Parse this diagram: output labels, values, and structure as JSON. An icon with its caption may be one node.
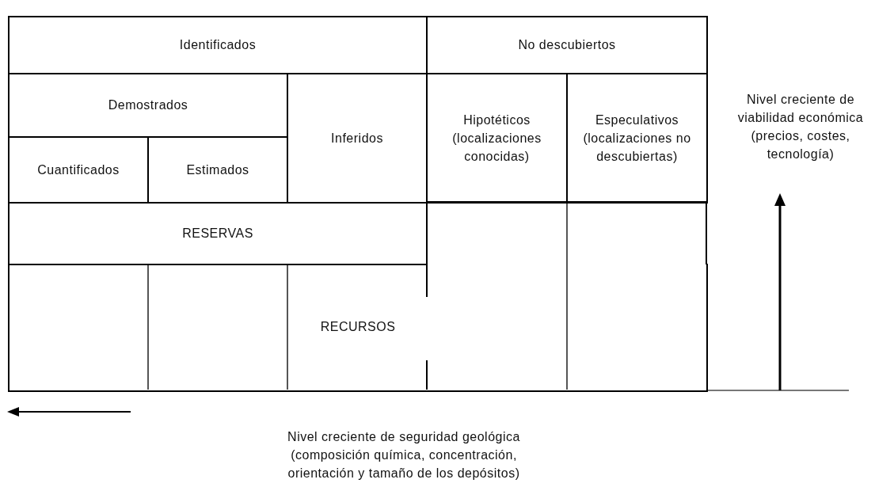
{
  "diagram": {
    "nodes": [
      {
        "text": [
          "Identificados"
        ]
      },
      {
        "text": [
          "No descubiertos"
        ]
      },
      {
        "text": [
          "Demostrados"
        ]
      },
      {
        "text": [
          "Inferidos"
        ]
      },
      {
        "text": [
          "Hipotéticos",
          "(localizaciones conocidas)"
        ]
      },
      {
        "text": [
          "Especulativos",
          "(localizaciones no descubiertas)"
        ]
      },
      {
        "text": [
          "Cuantificados"
        ]
      },
      {
        "text": [
          "Estimados"
        ]
      },
      {
        "text": [
          "RESERVAS"
        ]
      },
      {
        "text": [
          "RECURSOS"
        ]
      }
    ],
    "edges": [],
    "labels": [
      "Nivel creciente de viabilidad económica (precios, costes, tecnología)",
      "Nivel creciente de seguridad geológica (composición química, concentración, orientación y tamaño de los depósitos)"
    ]
  }
}
